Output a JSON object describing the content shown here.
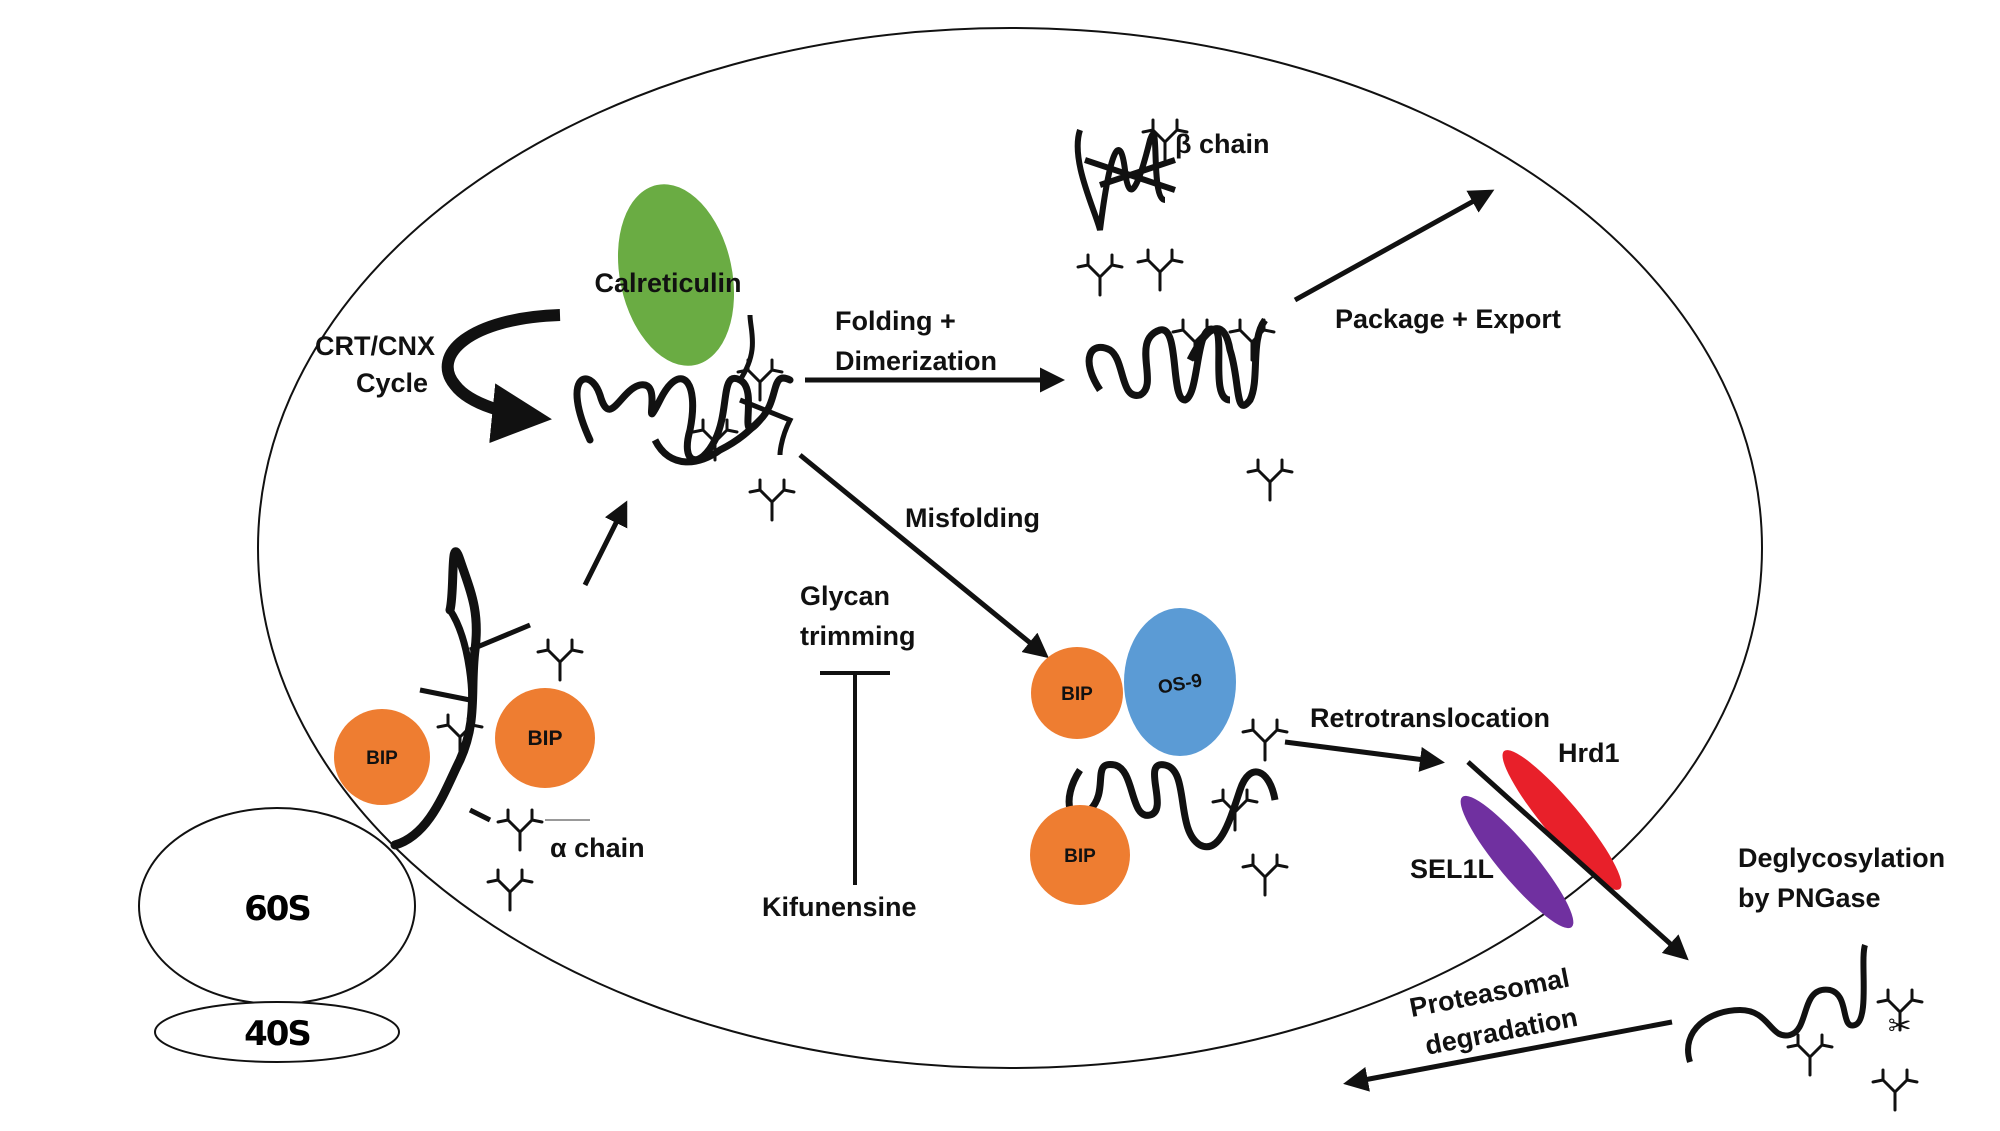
{
  "labels": {
    "calreticulin": "Calreticulin",
    "crt_cnx_line1": "CRT/CNX",
    "crt_cnx_line2": "Cycle",
    "folding_line1": "Folding +",
    "folding_line2": "Dimerization",
    "beta_chain": "β chain",
    "package_export": "Package + Export",
    "misfolding": "Misfolding",
    "glycan_line1": "Glycan",
    "glycan_line2": "trimming",
    "kifunensine": "Kifunensine",
    "bip": "BIP",
    "os9": "OS-9",
    "retrotranslocation": "Retrotranslocation",
    "hrd1": "Hrd1",
    "sel1l": "SEL1L",
    "deglyco_line1": "Deglycosylation",
    "deglyco_line2": "by PNGase",
    "proteasomal_line1": "Proteasomal",
    "proteasomal_line2": "degradation",
    "alpha_chain": "α chain",
    "ribosome_60s": "60S",
    "ribosome_40s": "40S"
  },
  "colors": {
    "calreticulin": "#6aac43",
    "bip": "#ee7d31",
    "os9": "#5b9bd5",
    "hrd1": "#e8202a",
    "sel1l": "#7030a0",
    "line": "#111111"
  }
}
